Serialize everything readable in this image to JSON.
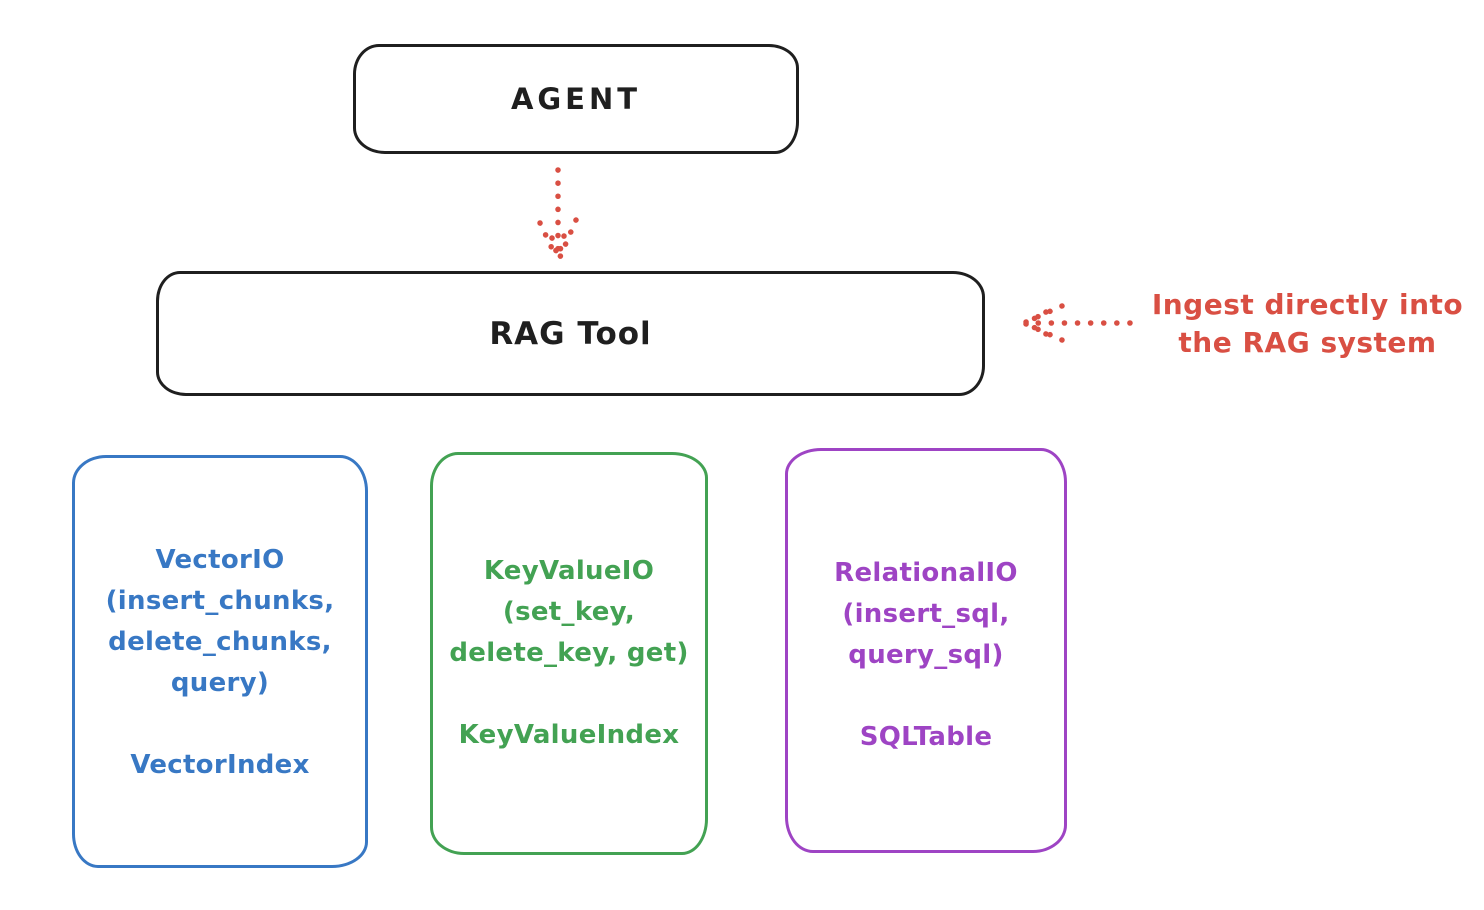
{
  "agent_box": {
    "label": "AGENT"
  },
  "rag_tool_box": {
    "label": "RAG Tool"
  },
  "annotation": {
    "lines": [
      "Ingest directly into",
      "the RAG system"
    ]
  },
  "io_boxes": [
    {
      "name": "vector-io",
      "color": "#3878c4",
      "lines": [
        "VectorIO",
        "(insert_chunks,",
        "delete_chunks,",
        "query)"
      ],
      "index_label": "VectorIndex"
    },
    {
      "name": "keyvalue-io",
      "color": "#43a253",
      "lines": [
        "KeyValueIO",
        "(set_key,",
        "delete_key, get)"
      ],
      "index_label": "KeyValueIndex"
    },
    {
      "name": "relational-io",
      "color": "#9e44c4",
      "lines": [
        "RelationalIO",
        "(insert_sql,",
        "query_sql)"
      ],
      "index_label": "SQLTable"
    }
  ],
  "colors": {
    "ink": "#1f1f1f",
    "accent_red": "#d94f43",
    "vector_blue": "#3878c4",
    "keyvalue_green": "#43a253",
    "relational_purple": "#9e44c4",
    "background": "#ffffff"
  }
}
